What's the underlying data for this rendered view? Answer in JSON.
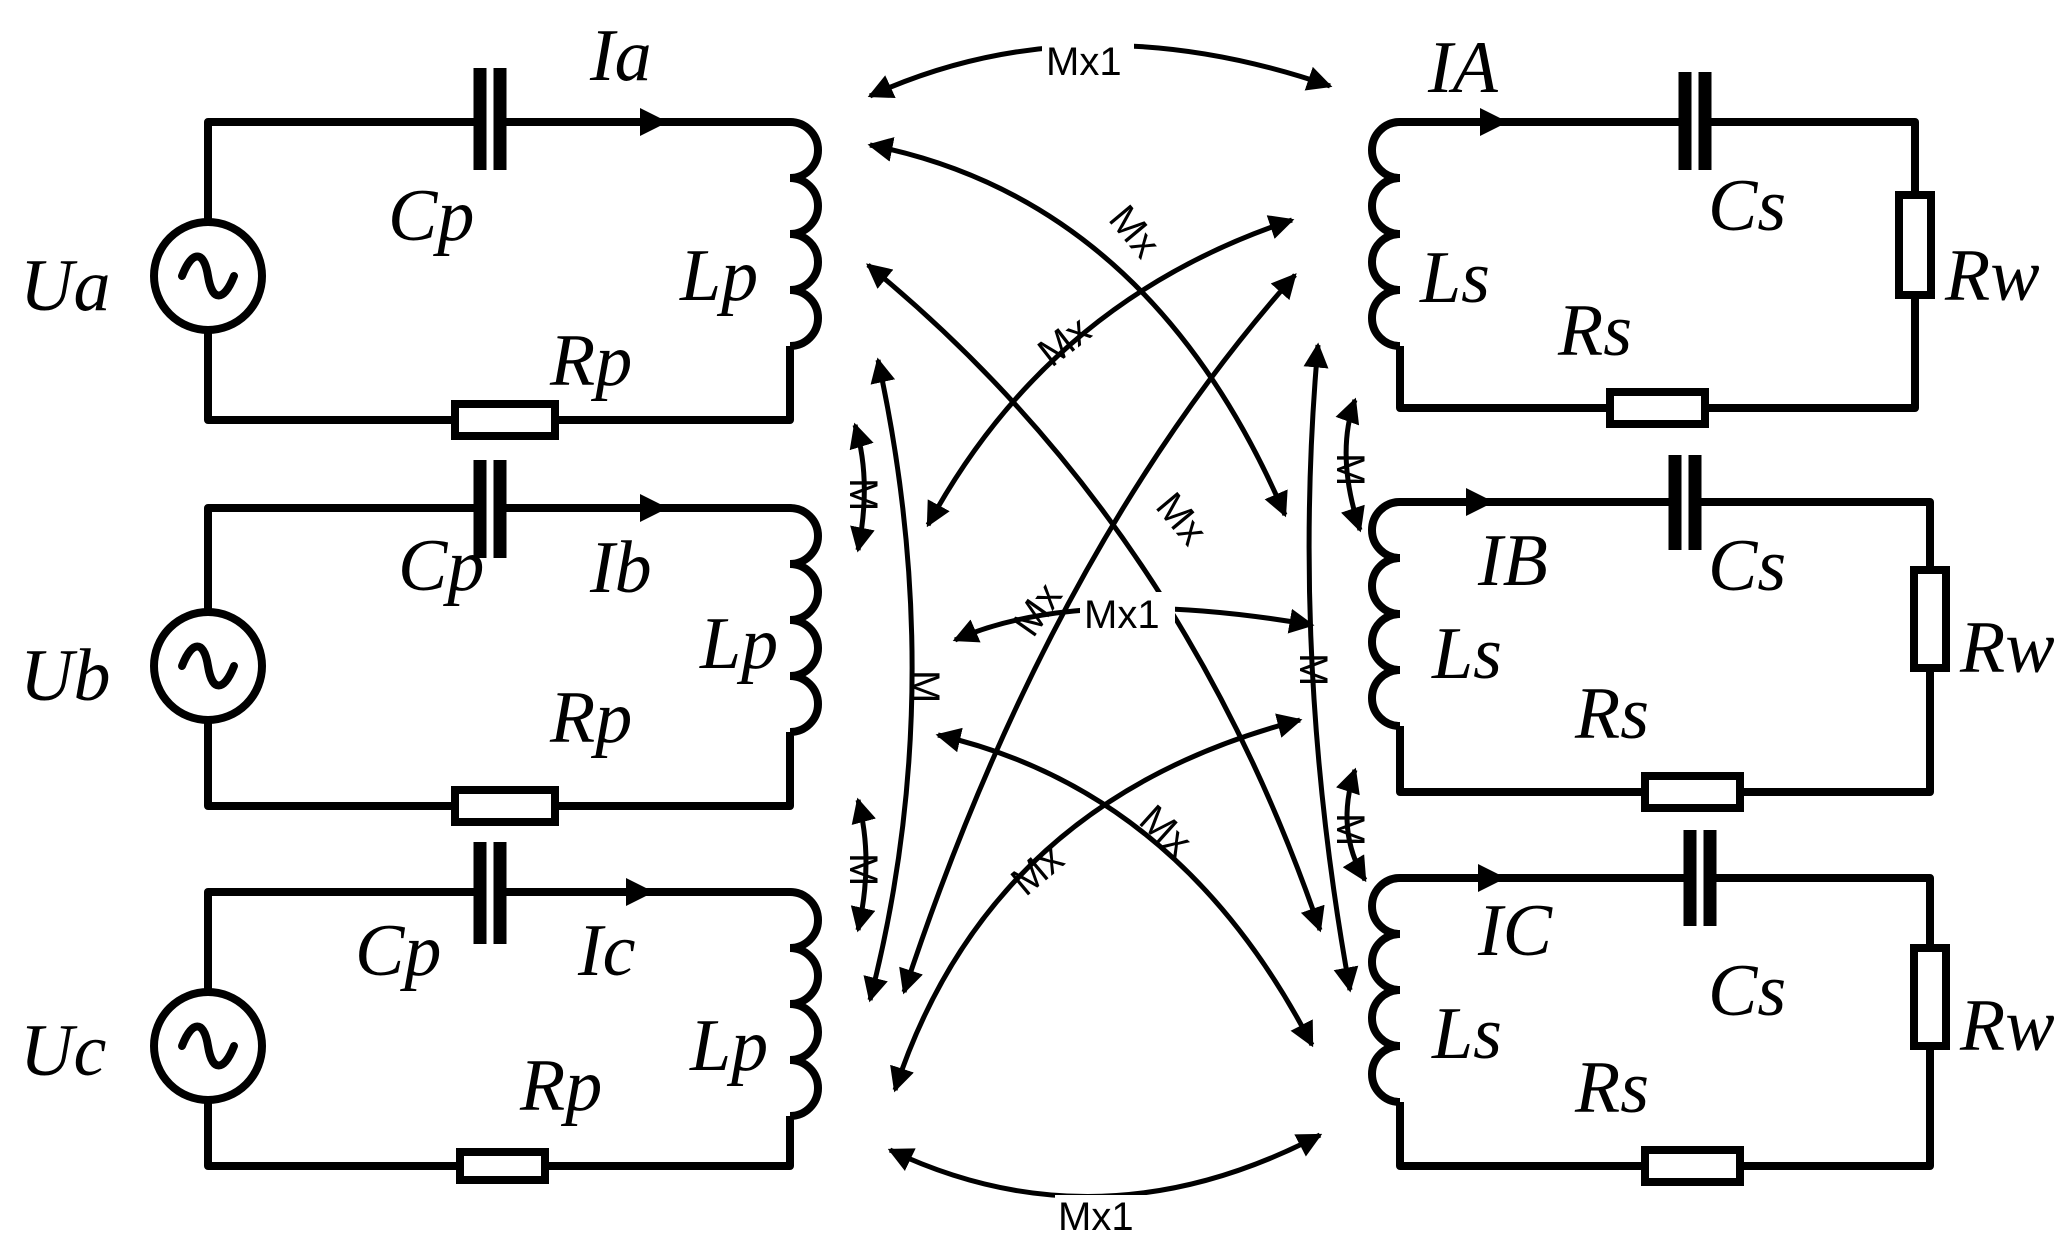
{
  "primary_circuits": [
    {
      "source": "Ua",
      "capacitor": "Cp",
      "inductor": "Lp",
      "resistor": "Rp",
      "current": "Ia"
    },
    {
      "source": "Ub",
      "capacitor": "Cp",
      "inductor": "Lp",
      "resistor": "Rp",
      "current": "Ib"
    },
    {
      "source": "Uc",
      "capacitor": "Cp",
      "inductor": "Lp",
      "resistor": "Rp",
      "current": "Ic"
    }
  ],
  "secondary_circuits": [
    {
      "current": "IA",
      "capacitor": "Cs",
      "inductor": "Ls",
      "resistor": "Rs",
      "load": "Rw"
    },
    {
      "current": "IB",
      "capacitor": "Cs",
      "inductor": "Ls",
      "resistor": "Rs",
      "load": "Rw"
    },
    {
      "current": "IC",
      "capacitor": "Cs",
      "inductor": "Ls",
      "resistor": "Rs",
      "load": "Rw"
    }
  ],
  "coupling_labels": {
    "mx1_top": "Mx1",
    "mx1_mid": "Mx1",
    "mx1_bottom": "Mx1",
    "mx_a_to_b": "Mx",
    "mx_b_to_a": "Mx",
    "mx_a_to_c": "Mx",
    "mx_c_to_a": "Mx",
    "mx_b_to_c": "Mx",
    "mx_c_to_b": "Mx",
    "m_primary_ab": "M",
    "m_primary_bc": "M",
    "m_primary_ac": "M",
    "m_secondary_ab": "M",
    "m_secondary_bc": "M",
    "m_secondary_ac": "M"
  }
}
